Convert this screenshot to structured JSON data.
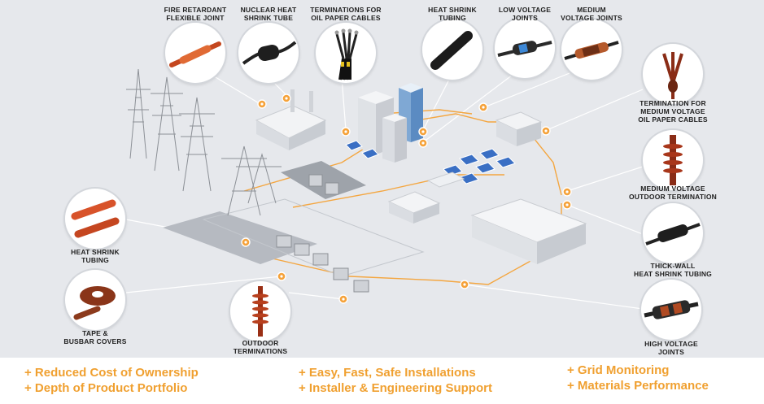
{
  "colors": {
    "accent": "#f0a030",
    "background": "#e6e8ec",
    "line": "#f4a640",
    "leader": "#ffffff"
  },
  "products": [
    {
      "id": "fire-retardant",
      "label": "FIRE RETARDANT\nFLEXIBLE JOINT"
    },
    {
      "id": "nuclear",
      "label": "NUCLEAR HEAT\nSHRINK TUBE"
    },
    {
      "id": "oil-paper",
      "label": "TERMINATIONS FOR\nOIL PAPER CABLES"
    },
    {
      "id": "hs-top",
      "label": "HEAT SHRINK\nTUBING"
    },
    {
      "id": "lv-joints",
      "label": "LOW VOLTAGE\nJOINTS"
    },
    {
      "id": "mv-joints",
      "label": "MEDIUM\nVOLTAGE JOINTS"
    },
    {
      "id": "mv-oil",
      "label": "TERMINATION FOR\nMEDIUM VOLTAGE\nOIL PAPER CABLES"
    },
    {
      "id": "mv-outdoor",
      "label": "MEDIUM VOLTAGE\nOUTDOOR TERMINATION"
    },
    {
      "id": "thick-wall",
      "label": "THICK-WALL\nHEAT SHRINK TUBING"
    },
    {
      "id": "hv-joints",
      "label": "HIGH VOLTAGE\nJOINTS"
    },
    {
      "id": "hs-left",
      "label": "HEAT SHRINK\nTUBING"
    },
    {
      "id": "tape",
      "label": "TAPE &\nBUSBAR COVERS"
    },
    {
      "id": "outdoor-term",
      "label": "OUTDOOR\nTERMINATIONS"
    }
  ],
  "benefits": [
    "+ Reduced Cost of Ownership",
    "+ Depth of Product Portfolio",
    "+ Easy, Fast, Safe Installations",
    "+ Installer & Engineering Support",
    "+ Grid Monitoring",
    "+ Materials Performance"
  ]
}
